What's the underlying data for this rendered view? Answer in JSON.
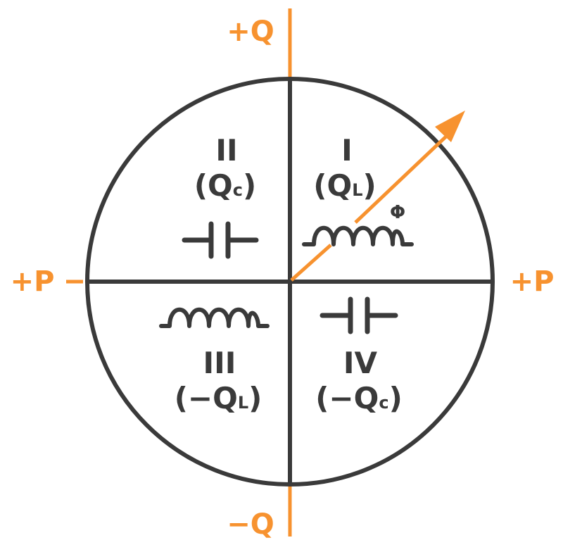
{
  "colors": {
    "accent": "#F7922F",
    "line": "#3A3A3A",
    "background": "#FFFFFF"
  },
  "axes": {
    "q_positive": "+Q",
    "q_negative": "−Q",
    "p_left": "+P",
    "p_left_dash": "−",
    "p_right": "+P"
  },
  "angle_label": "Φ",
  "quadrants": {
    "I": {
      "numeral": "I",
      "open": "(",
      "q": "Q",
      "sub": "L",
      "close": ")",
      "component": "inductor"
    },
    "II": {
      "numeral": "II",
      "open": "(",
      "q": "Q",
      "sub": "c",
      "close": ")",
      "component": "capacitor"
    },
    "III": {
      "numeral": "III",
      "open": "(",
      "minus": "−",
      "q": "Q",
      "sub": "L",
      "close": ")",
      "component": "inductor"
    },
    "IV": {
      "numeral": "IV",
      "open": "(",
      "minus": "−",
      "q": "Q",
      "sub": "c",
      "close": ")",
      "component": "capacitor"
    }
  }
}
